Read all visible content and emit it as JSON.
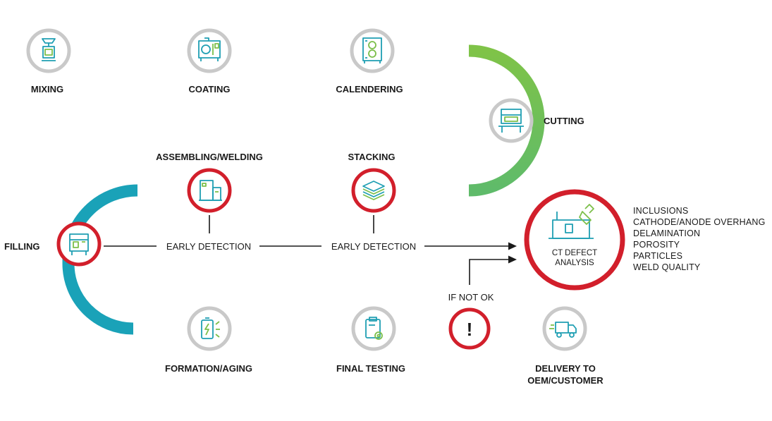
{
  "colors": {
    "path_start": "#1aa2b8",
    "path_mid": "#3cb3a0",
    "path_end": "#8cc63f",
    "station_ring_normal": "#c9c9c9",
    "station_ring_highlight": "#d21f2b",
    "icon_teal": "#1f9fb3",
    "icon_green": "#7cbf4a",
    "text": "#1a1a1a"
  },
  "stations": {
    "mixing": {
      "label": "MIXING",
      "icon": "mixer-icon"
    },
    "coating": {
      "label": "COATING",
      "icon": "coating-machine-icon"
    },
    "calendering": {
      "label": "CALENDERING",
      "icon": "calender-rollers-icon"
    },
    "cutting": {
      "label": "CUTTING",
      "icon": "cutting-machine-icon"
    },
    "stacking": {
      "label": "STACKING",
      "icon": "stack-layers-icon"
    },
    "assembling": {
      "label": "ASSEMBLING/WELDING",
      "icon": "assembly-cabinet-icon"
    },
    "filling": {
      "label": "FILLING",
      "icon": "filling-machine-icon"
    },
    "formation": {
      "label": "FORMATION/AGING",
      "icon": "battery-charge-icon"
    },
    "final_testing": {
      "label": "FINAL TESTING",
      "icon": "clipboard-gear-icon"
    },
    "delivery": {
      "label_line1": "DELIVERY TO",
      "label_line2": "OEM/CUSTOMER",
      "icon": "delivery-truck-icon"
    }
  },
  "detection": {
    "early_1": "EARLY DETECTION",
    "early_2": "EARLY DETECTION",
    "if_not_ok": "IF NOT OK",
    "alert_symbol": "!"
  },
  "ct_analysis": {
    "title_line1": "CT DEFECT",
    "title_line2": "ANALYSIS",
    "icon": "ct-scanner-icon",
    "defects": [
      "INCLUSIONS",
      "CATHODE/ANODE OVERHANG",
      "DELAMINATION",
      "POROSITY",
      "PARTICLES",
      "WELD QUALITY"
    ]
  }
}
